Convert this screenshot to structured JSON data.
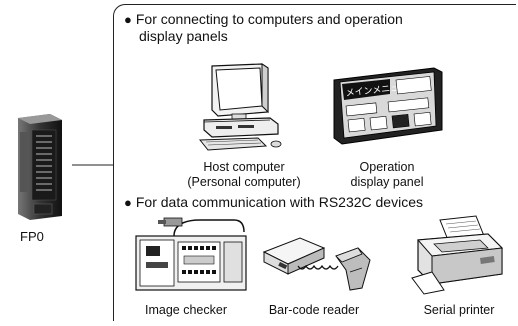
{
  "controller": {
    "label": "FP0"
  },
  "section_computers": {
    "bullet": "●",
    "heading": "For connecting to computers and operation display panels",
    "heading_line1": "For connecting to computers and operation",
    "heading_line2": "display panels",
    "devices": [
      {
        "icon": "host-computer-icon",
        "line1": "Host computer",
        "line2": "(Personal computer)"
      },
      {
        "icon": "operation-display-panel-icon",
        "line1": "Operation",
        "line2": "display panel"
      }
    ],
    "panel_screen_text": {
      "title": "メインメニュー"
    }
  },
  "section_rs232c": {
    "bullet": "●",
    "heading": "For data communication with RS232C devices",
    "devices": [
      {
        "icon": "image-checker-icon",
        "label": "Image checker"
      },
      {
        "icon": "barcode-reader-icon",
        "label": "Bar-code reader"
      },
      {
        "icon": "serial-printer-icon",
        "label": "Serial printer"
      }
    ]
  }
}
